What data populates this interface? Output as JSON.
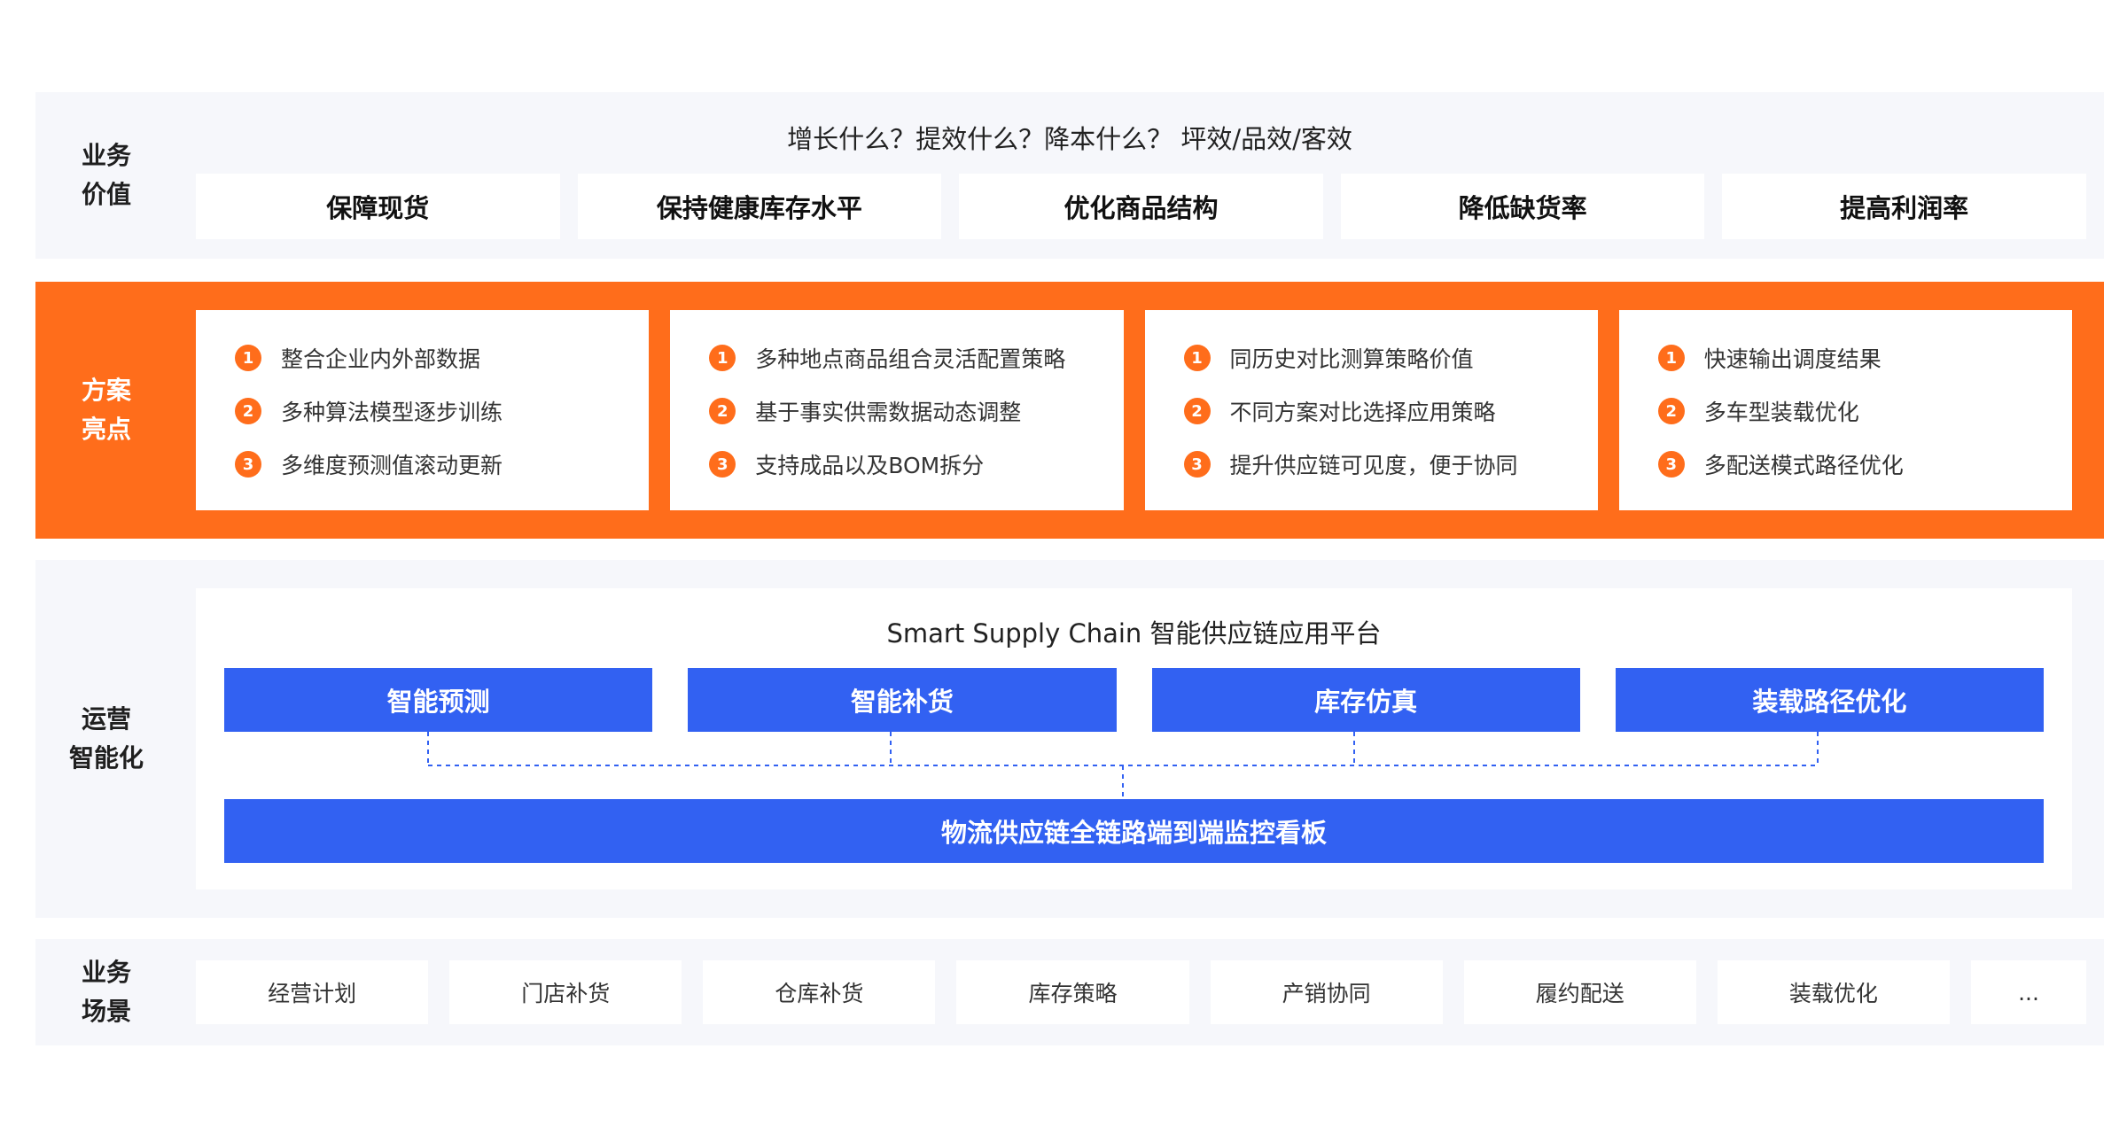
{
  "business_value": {
    "label_line1": "业务",
    "label_line2": "价值",
    "subtitle": "增长什么？提效什么？降本什么？  坪效/品效/客效",
    "cards": [
      "保障现货",
      "保持健康库存水平",
      "优化商品结构",
      "降低缺货率",
      "提高利润率"
    ]
  },
  "highlights": {
    "label_line1": "方案",
    "label_line2": "亮点",
    "accent_color": "#ff6d1b",
    "groups": [
      {
        "items": [
          {
            "num": "1",
            "text": "整合企业内外部数据"
          },
          {
            "num": "2",
            "text": "多种算法模型逐步训练"
          },
          {
            "num": "3",
            "text": "多维度预测值滚动更新"
          }
        ]
      },
      {
        "items": [
          {
            "num": "1",
            "text": "多种地点商品组合灵活配置策略"
          },
          {
            "num": "2",
            "text": "基于事实供需数据动态调整"
          },
          {
            "num": "3",
            "text": "支持成品以及BOM拆分"
          }
        ]
      },
      {
        "items": [
          {
            "num": "1",
            "text": "同历史对比测算策略价值"
          },
          {
            "num": "2",
            "text": "不同方案对比选择应用策略"
          },
          {
            "num": "3",
            "text": "提升供应链可见度，便于协同"
          }
        ]
      },
      {
        "items": [
          {
            "num": "1",
            "text": "快速输出调度结果"
          },
          {
            "num": "2",
            "text": "多车型装载优化"
          },
          {
            "num": "3",
            "text": "多配送模式路径优化"
          }
        ]
      }
    ]
  },
  "operations": {
    "label_line1": "运营",
    "label_line2": "智能化",
    "platform_title": "Smart Supply Chain 智能供应链应用平台",
    "module_color": "#3261f2",
    "modules": [
      "智能预测",
      "智能补货",
      "库存仿真",
      "装载路径优化"
    ],
    "dashboard": "物流供应链全链路端到端监控看板"
  },
  "scenarios": {
    "label_line1": "业务",
    "label_line2": "场景",
    "items": [
      "经营计划",
      "门店补货",
      "仓库补货",
      "库存策略",
      "产销协同",
      "履约配送",
      "装载优化"
    ],
    "more": "..."
  }
}
